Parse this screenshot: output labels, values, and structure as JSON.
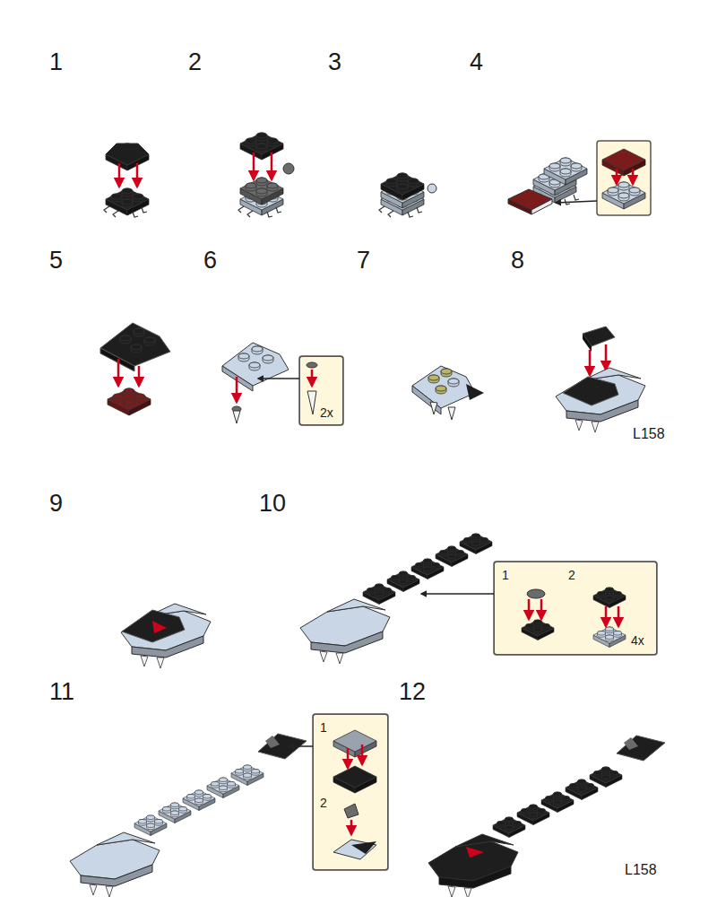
{
  "diagram": {
    "nodes": [
      {
        "text": [
          "2x"
        ]
      },
      {
        "text": [
          "1",
          "2",
          "4x"
        ]
      },
      {
        "text": [
          "1",
          "2"
        ]
      }
    ],
    "labels": [
      "1",
      "2",
      "3",
      "4",
      "5",
      "6",
      "7",
      "8",
      "L158",
      "9",
      "10",
      "11",
      "12",
      "L158"
    ]
  }
}
